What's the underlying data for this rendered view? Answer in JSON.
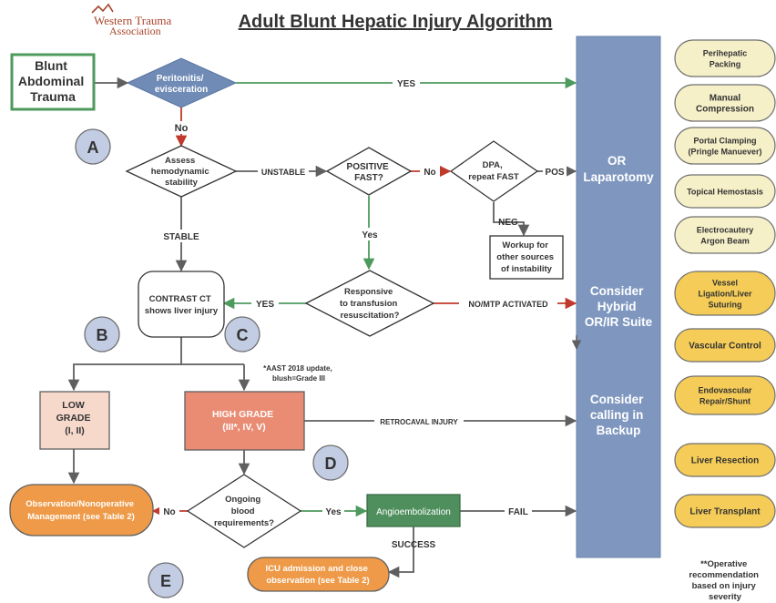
{
  "header": {
    "logo_line1": "Western Trauma",
    "logo_line2": "Association",
    "title": "Adult Blunt Hepatic Injury Algorithm"
  },
  "nodes": {
    "blunt_trauma": [
      "Blunt",
      "Abdominal",
      "Trauma"
    ],
    "peritonitis": [
      "Peritonitis/",
      "evisceration"
    ],
    "hemodynamic": [
      "Assess",
      "hemodynamic",
      "stability"
    ],
    "positive_fast": [
      "POSITIVE",
      "FAST?"
    ],
    "dpa": [
      "DPA,",
      "repeat FAST"
    ],
    "workup": [
      "Workup for",
      "other sources",
      "of instability"
    ],
    "responsive": [
      "Responsive",
      "to transfusion",
      "resuscitation?"
    ],
    "contrast_ct": [
      "CONTRAST CT",
      "shows liver injury"
    ],
    "low_grade": [
      "LOW",
      "GRADE",
      "(I, II)"
    ],
    "high_grade": [
      "HIGH GRADE",
      "(III*, IV, V)"
    ],
    "aast_note": [
      "*AAST 2018 update,",
      "blush=Grade III"
    ],
    "ongoing": [
      "Ongoing",
      "blood",
      "requirements?"
    ],
    "observation": [
      "Observation/Nonoperative",
      "Management (see Table 2)"
    ],
    "angio": [
      "Angioembolization"
    ],
    "icu": [
      "ICU admission and close",
      "observation (see Table 2)"
    ]
  },
  "edge_labels": {
    "yes_top": "YES",
    "no_a": "No",
    "unstable": "UNSTABLE",
    "no_fast": "No",
    "pos": "POS",
    "neg": "NEG",
    "stable": "STABLE",
    "yes_fast": "Yes",
    "yes_ct": "YES",
    "no_mtp": "NO/MTP ACTIVATED",
    "retrocaval": "RETROCAVAL INJURY",
    "no_obs": "No",
    "yes_angio": "Yes",
    "fail": "FAIL",
    "success": "SUCCESS"
  },
  "section_markers": [
    "A",
    "B",
    "C",
    "D",
    "E"
  ],
  "center_column": {
    "or": [
      "OR",
      "Laparotomy"
    ],
    "hybrid": [
      "Consider",
      "Hybrid",
      "OR/IR Suite"
    ],
    "backup": [
      "Consider",
      "calling in",
      "Backup"
    ]
  },
  "right_options": [
    {
      "lines": [
        "Perihepatic",
        "Packing"
      ],
      "tone": "light"
    },
    {
      "lines": [
        "Manual",
        "Compression"
      ],
      "tone": "light"
    },
    {
      "lines": [
        "Portal Clamping",
        "(Pringle Manuever)"
      ],
      "tone": "light"
    },
    {
      "lines": [
        "Topical Hemostasis"
      ],
      "tone": "light"
    },
    {
      "lines": [
        "Electrocautery",
        "Argon Beam"
      ],
      "tone": "light"
    },
    {
      "lines": [
        "Vessel",
        "Ligation/Liver",
        "Suturing"
      ],
      "tone": "gold"
    },
    {
      "lines": [
        "Vascular Control"
      ],
      "tone": "gold"
    },
    {
      "lines": [
        "Endovascular",
        "Repair/Shunt"
      ],
      "tone": "gold"
    },
    {
      "lines": [
        "Liver Resection"
      ],
      "tone": "gold"
    },
    {
      "lines": [
        "Liver Transplant"
      ],
      "tone": "gold"
    }
  ],
  "footnote": [
    "**Operative",
    "recommendation",
    "based on injury",
    "severity"
  ],
  "colors": {
    "diamond_blue": "#6f8bb6",
    "column_blue": "#7f97bf",
    "green": "#4e9a5d",
    "arrow_gray": "#5f5f5f",
    "arrow_red": "#c0392b",
    "light_option": "#f6f0c8",
    "gold_option": "#f5cc57",
    "orange": "#ee9a48",
    "low_grade_fill": "#f7d9cc",
    "high_grade_fill": "#ea8c74",
    "marker_fill": "#c2cde4",
    "logo_red": "#a8432a"
  }
}
